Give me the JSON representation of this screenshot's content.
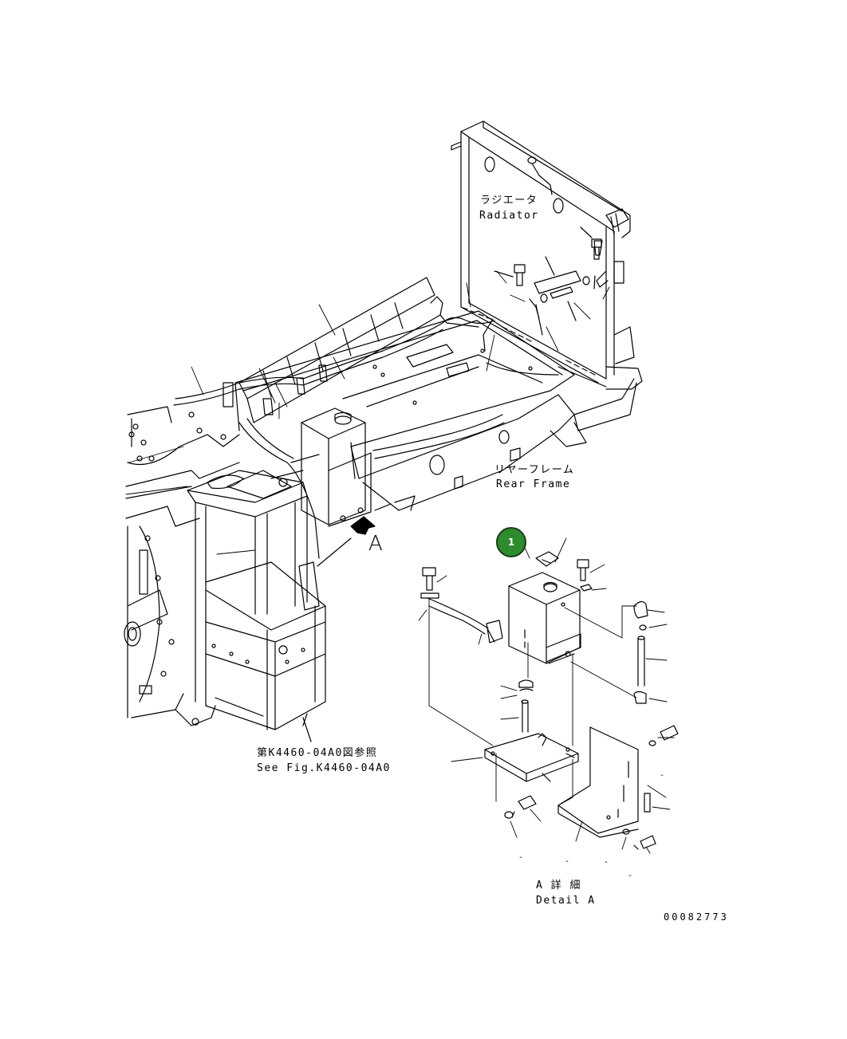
{
  "labels": {
    "radiator_ja": "ラジエータ",
    "radiator_en": "Radiator",
    "rear_frame_ja": "リヤーフレーム",
    "rear_frame_en": "Rear Frame",
    "view_marker": "A",
    "see_fig_ja": "第K4460-04A0図参照",
    "see_fig_en": "See Fig.K4460-04A0",
    "detail_ja": "A 詳 細",
    "detail_en": "Detail A",
    "drawing_number": "00082773"
  },
  "callouts": [
    {
      "number": "1",
      "color": "#2e8b2e"
    }
  ],
  "dashes": [
    "-",
    "-",
    "-",
    "-",
    "-"
  ],
  "colors": {
    "line": "#000000",
    "background": "#ffffff",
    "callout_fill": "#2e8b2e",
    "callout_border": "#1a3d1a"
  }
}
